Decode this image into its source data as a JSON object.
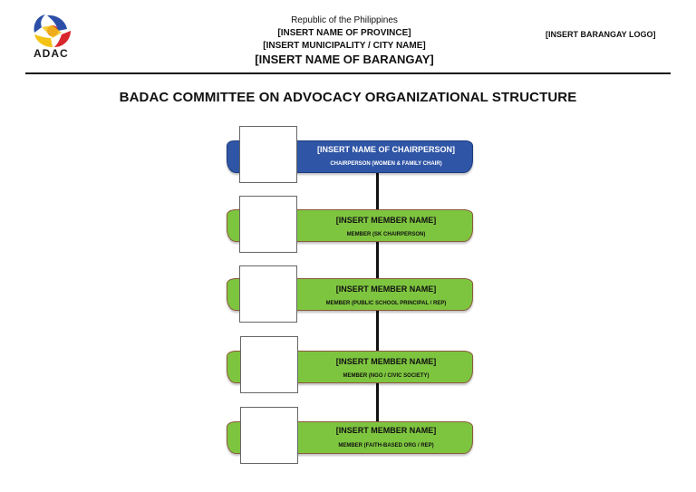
{
  "header": {
    "logo_text": "ADAC",
    "republic": "Republic of the Philippines",
    "province": "[INSERT NAME OF PROVINCE]",
    "municipality": "[INSERT MUNICIPALITY / CITY NAME]",
    "barangay": "[INSERT NAME OF BARANGAY]",
    "right_logo": "[INSERT BARANGAY LOGO]"
  },
  "title": "BADAC COMMITTEE ON ADVOCACY ORGANIZATIONAL STRUCTURE",
  "colors": {
    "chair_box": "#2f55a6",
    "member_box": "#7ec53f",
    "connector": "#111111"
  },
  "chairperson": {
    "name": "[INSERT NAME OF CHAIRPERSON]",
    "role": "CHAIRPERSON (WOMEN & FAMILY CHAIR)"
  },
  "members": [
    {
      "name": "[INSERT MEMBER NAME]",
      "role": "MEMBER (SK CHAIRPERSON)"
    },
    {
      "name": "[INSERT MEMBER NAME]",
      "role": "MEMBER (PUBLIC SCHOOL PRINCIPAL / REP)"
    },
    {
      "name": "[INSERT MEMBER NAME]",
      "role": "MEMBER (NGO / CIVIC SOCIETY)"
    },
    {
      "name": "[INSERT MEMBER NAME]",
      "role": "MEMBER (FAITH-BASED ORG / REP)"
    }
  ]
}
